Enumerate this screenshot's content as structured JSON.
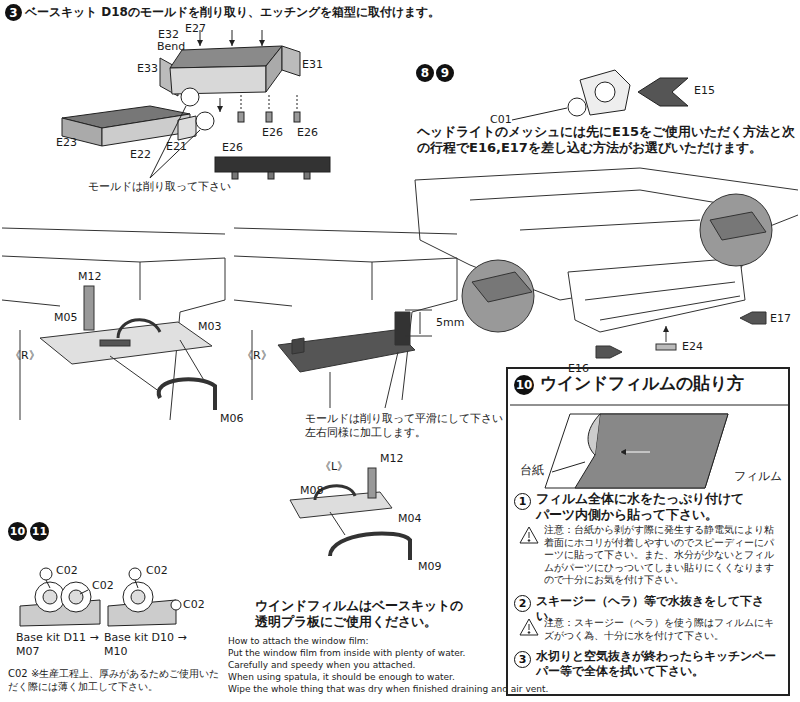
{
  "diagram": {
    "nodes": [
      {
        "text": [
          "10",
          "ウインドフィルムの貼り方",
          "台紙",
          "フィルム",
          "1",
          "フィルム全体に水をたっぷり付けてパーツ内側から貼って下さい。",
          "注意：台紙から剥がす際に発生する静電気により粘着面にホコリが付着しやすいのでスピーディーにパーツに貼って下さい。また、水分が少ないとフィルムがパーツにひっついてしまい貼りにくくなりますので十分にお気を付け下さい。",
          "2",
          "スキージー（ヘラ）等で水抜きをして下さい。",
          "注意：スキージー（ヘラ）を使う際はフィルムにキズがつく為、十分に水を付けて下さい。",
          "3",
          "水切りと空気抜きが終わったらキッチンペーパー等で全体を拭いて下さい。"
        ]
      }
    ],
    "labels": [
      "3",
      "ベースキット D18のモールドを削り取り、エッチングを箱型に取付けます。",
      "E32",
      "Bend",
      "E27",
      "E33",
      "E31",
      "E23",
      "E22",
      "E21",
      "E26",
      "E26",
      "E26",
      "モールドは削り取って下さい",
      "M12",
      "M05",
      "M03",
      "《R》",
      "M06",
      "《R》",
      "5mm",
      "モールドは削り取って平滑にして下さい 左右同様に加工します。",
      "《L》",
      "M12",
      "M08",
      "M04",
      "M09",
      "8",
      "9",
      "E15",
      "C01",
      "ヘッドライトのメッシュには先にE15をご使用いただく方法と次の行程でE16,E17を差し込む方法がお選びいただけます。",
      "E17",
      "E16",
      "E24",
      "10",
      "11",
      "C02",
      "C02",
      "C02",
      "C02",
      "Base kit D11 →M07",
      "Base kit D10 →M10",
      "C02 ※生産工程上、厚みがあるためご使用いただく際には薄く加工して下さい。",
      "ウインドフィルムはベースキットの透明プラ板にご使用ください。",
      "How to attach the window film:",
      "Put the window film from inside with plenty of water.",
      "Carefully and speedy when you attached.",
      "When using spatula, it should be enough to water.",
      "Wipe the whole thing that was dry when finished draining and air vent."
    ]
  }
}
